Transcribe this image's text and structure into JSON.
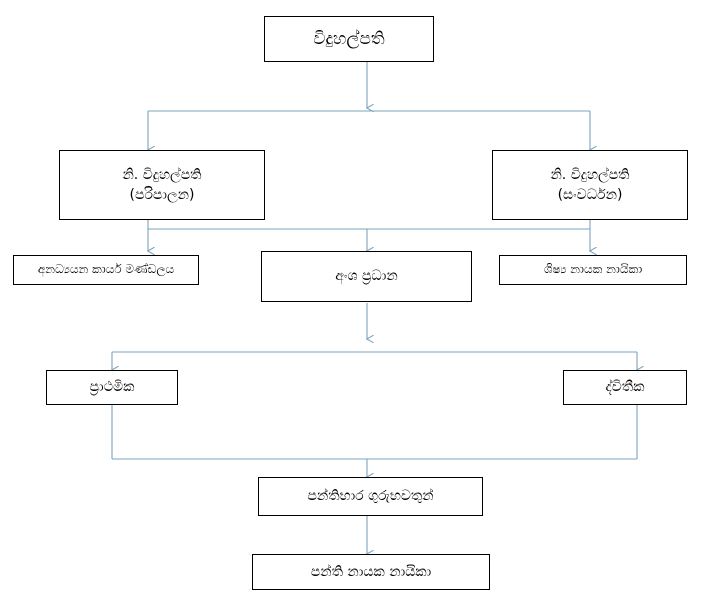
{
  "diagram": {
    "title": "School Organisational Structure Chart",
    "language": "Sinhala",
    "line_color": "#7da3bd",
    "box_border_color": "#000000",
    "background": "#ffffff",
    "nodes": {
      "principal": {
        "label": "විදුහල්පති"
      },
      "deputy_admin": {
        "label_line1": "නි. විදුහල්පති",
        "label_line2": "(පරිපාලන)"
      },
      "deputy_dev": {
        "label_line1": "නි. විදුහල්පති",
        "label_line2": "(සංවර්ධන)"
      },
      "non_academic_staff": {
        "label": "අනධ්‍යයන කාර්ය මණ්ඩලය"
      },
      "section_heads": {
        "label": "අංශ ප්‍රධාන"
      },
      "student_leaders": {
        "label": "ශිෂ්‍ය නායක නායිකා"
      },
      "primary": {
        "label": "ප්‍රාථමික"
      },
      "secondary": {
        "label": "ද්විතීක"
      },
      "class_teachers": {
        "label": "පන්තිභාර ගුරුභවතුන්"
      },
      "class_monitors": {
        "label": "පන්ති නායක නායිකා"
      }
    }
  }
}
